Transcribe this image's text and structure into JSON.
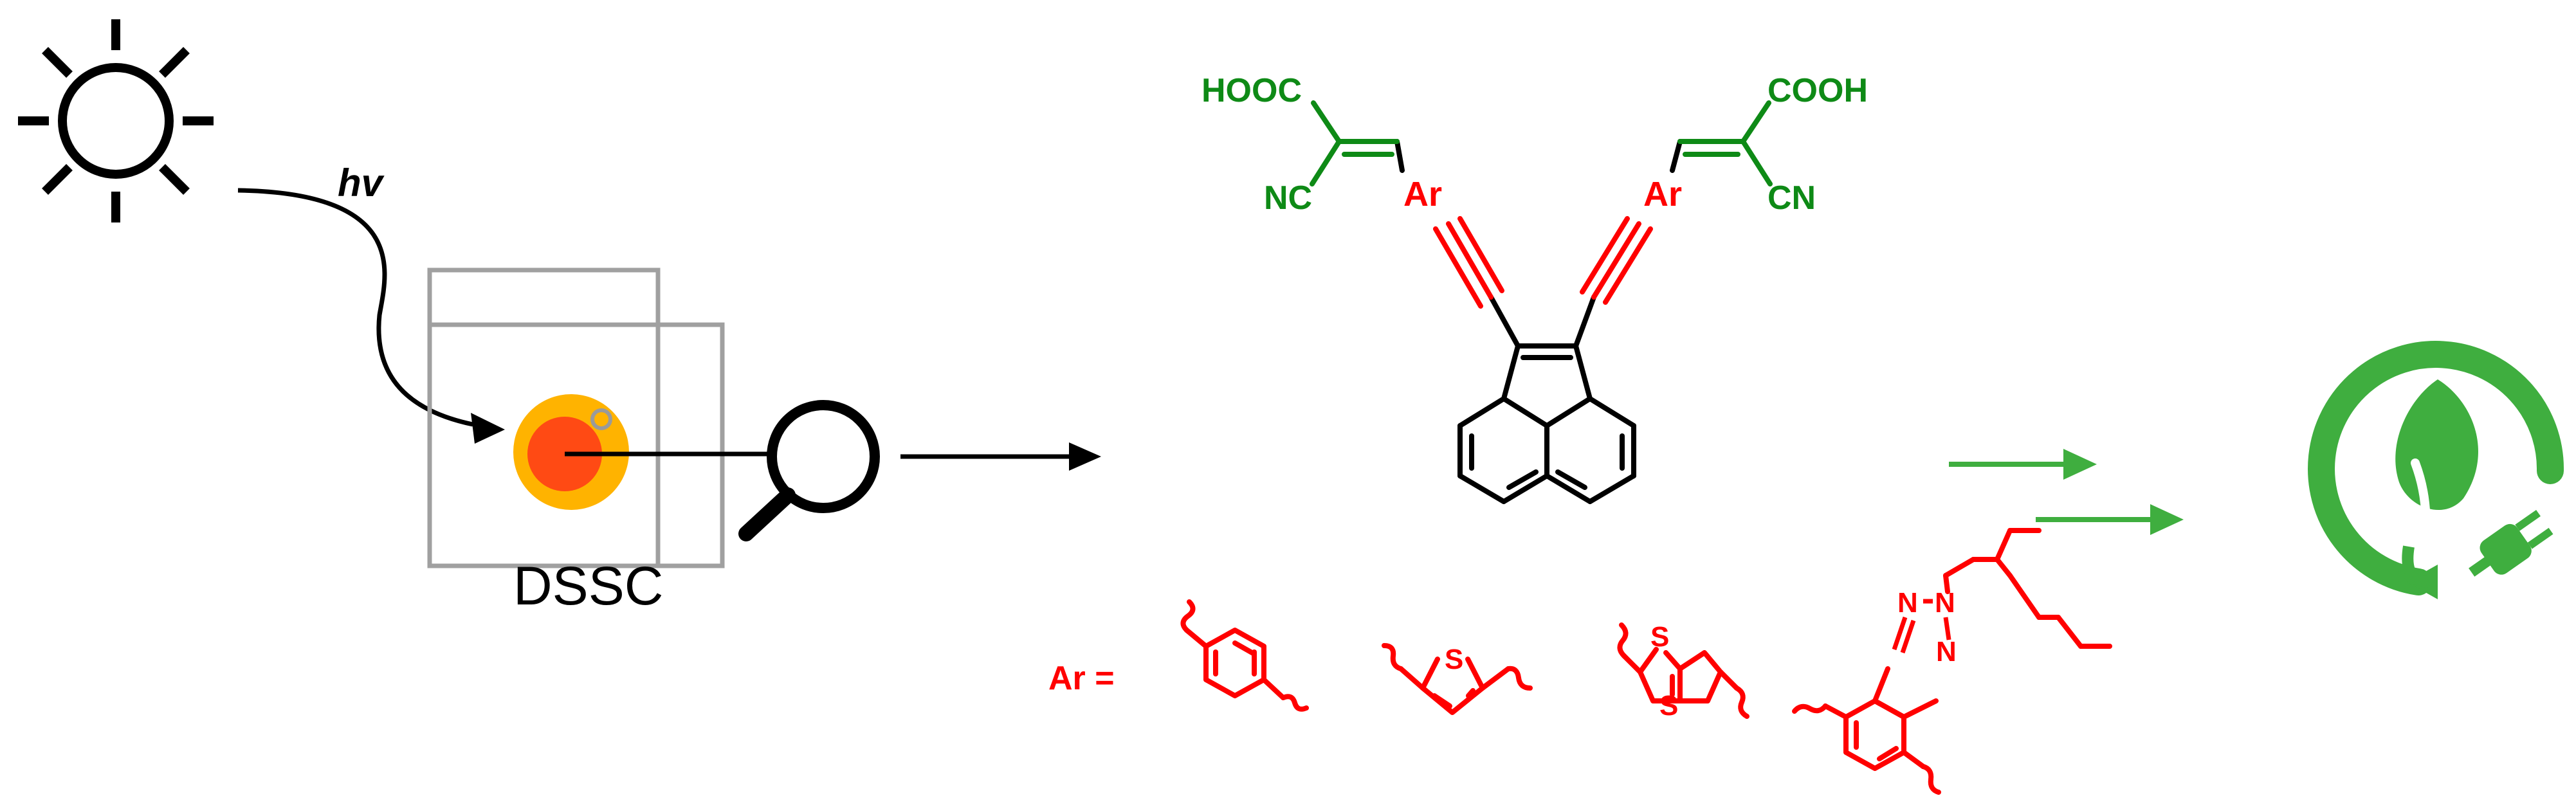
{
  "labels": {
    "hv": "hv",
    "dssc": "DSSC",
    "hooc": "HOOC",
    "cooh": "COOH",
    "nc": "NC",
    "cn": "CN",
    "ar_left": "Ar",
    "ar_right": "Ar",
    "ar_equals": "Ar =",
    "s1": "S",
    "s2_top": "S",
    "s2_bottom": "S",
    "n1": "N",
    "n2": "N",
    "n3": "N"
  },
  "icons": {
    "sun": "sun-icon",
    "magnifier": "magnifying-glass-icon",
    "eco_energy": "leaf-plug-cycle-icon"
  },
  "colors": {
    "black": "#000000",
    "green_group": "#0e8a16",
    "red_group": "#ff0000",
    "eco_green": "#3fae3f",
    "cell_border": "#a0a0a0",
    "dot_outer": "#ffb300",
    "dot_inner": "#ff4a14"
  }
}
